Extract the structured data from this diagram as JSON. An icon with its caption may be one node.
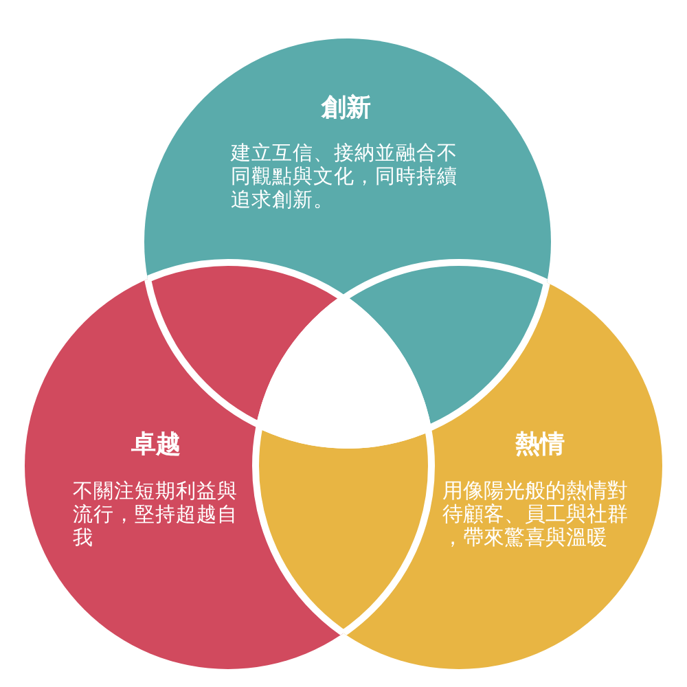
{
  "diagram": {
    "nodes": [
      {
        "text": [
          "創新",
          "建立互信、接納並融合不同觀點與文化，同時持續追求創新。"
        ]
      },
      {
        "text": [
          "卓越",
          "不關注短期利益與流行，堅持超越自我"
        ]
      },
      {
        "text": [
          "熱情",
          "用像陽光般的熱情對待顧客、員工與社群，帶來驚喜與溫暖"
        ]
      }
    ]
  }
}
